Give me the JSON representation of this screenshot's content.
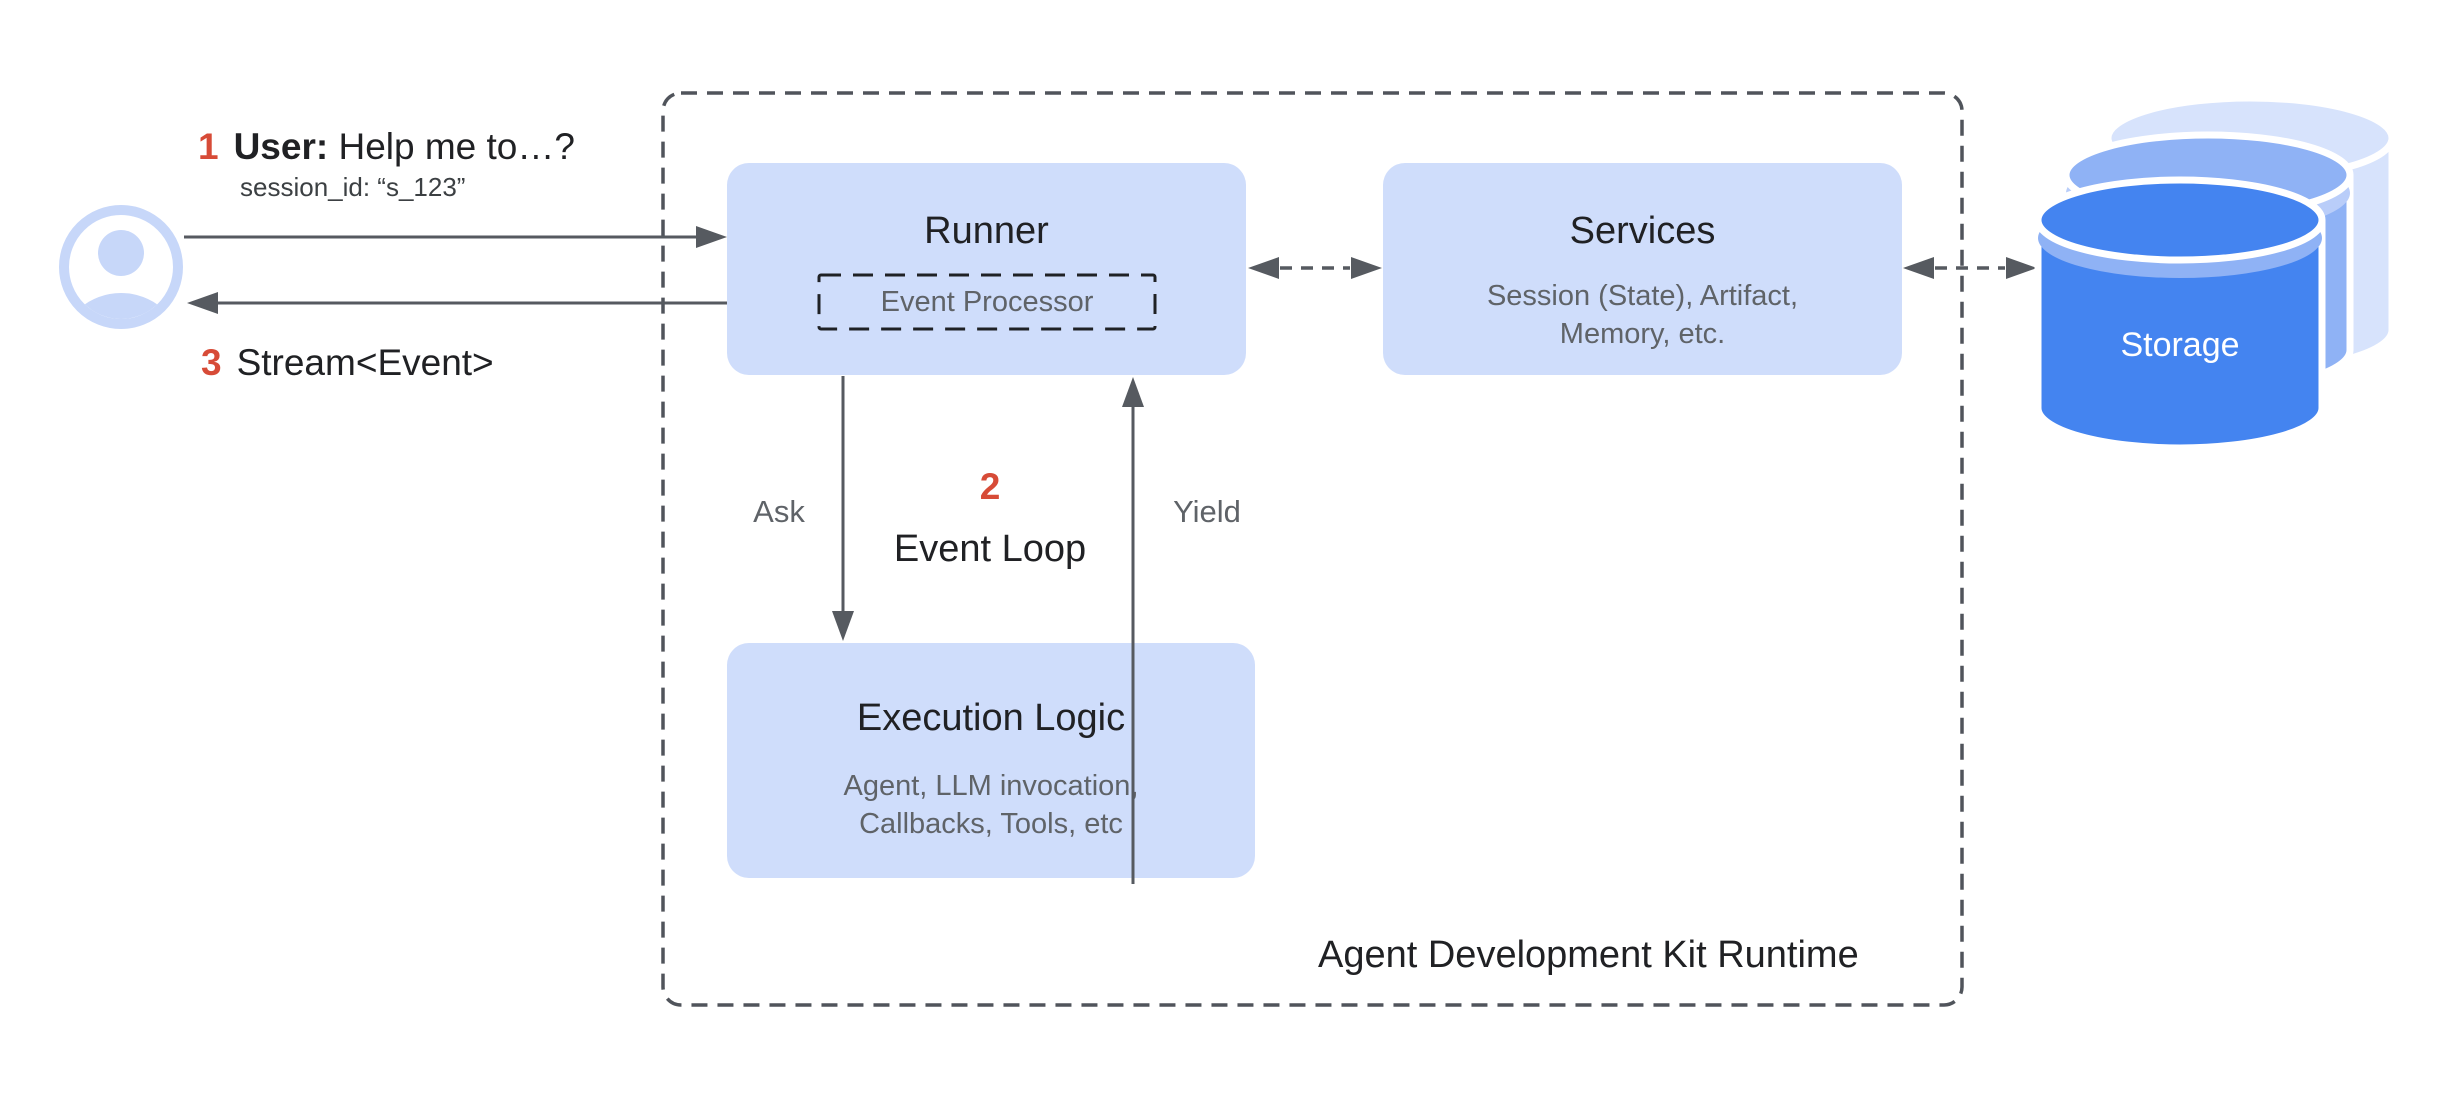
{
  "diagram": {
    "runtime_container_label": "Agent Development Kit Runtime",
    "steps": {
      "step1": {
        "number": "1",
        "actor": "User:",
        "message": "Help me to…?",
        "session": "session_id: “s_123”"
      },
      "step2": {
        "number": "2",
        "label": "Event Loop",
        "ask_label": "Ask",
        "yield_label": "Yield"
      },
      "step3": {
        "number": "3",
        "label": "Stream<Event>"
      }
    },
    "nodes": {
      "runner": {
        "title": "Runner",
        "processor_label": "Event Processor"
      },
      "services": {
        "title": "Services",
        "subtitle": "Session (State), Artifact,\nMemory, etc."
      },
      "execution_logic": {
        "title": "Execution Logic",
        "subtitle": "Agent, LLM invocation,\nCallbacks, Tools, etc"
      },
      "storage": {
        "title": "Storage"
      }
    },
    "colors": {
      "node_fill": "#cfddfb",
      "accent_red": "#d74b37",
      "text_dark": "#202124",
      "text_gray": "#5f6368",
      "line_gray": "#565a60",
      "storage_front": "#4484f0",
      "storage_middle": "#8fb2f5",
      "storage_back": "#d7e3fc",
      "avatar_blue": "#c7d7f9"
    }
  }
}
